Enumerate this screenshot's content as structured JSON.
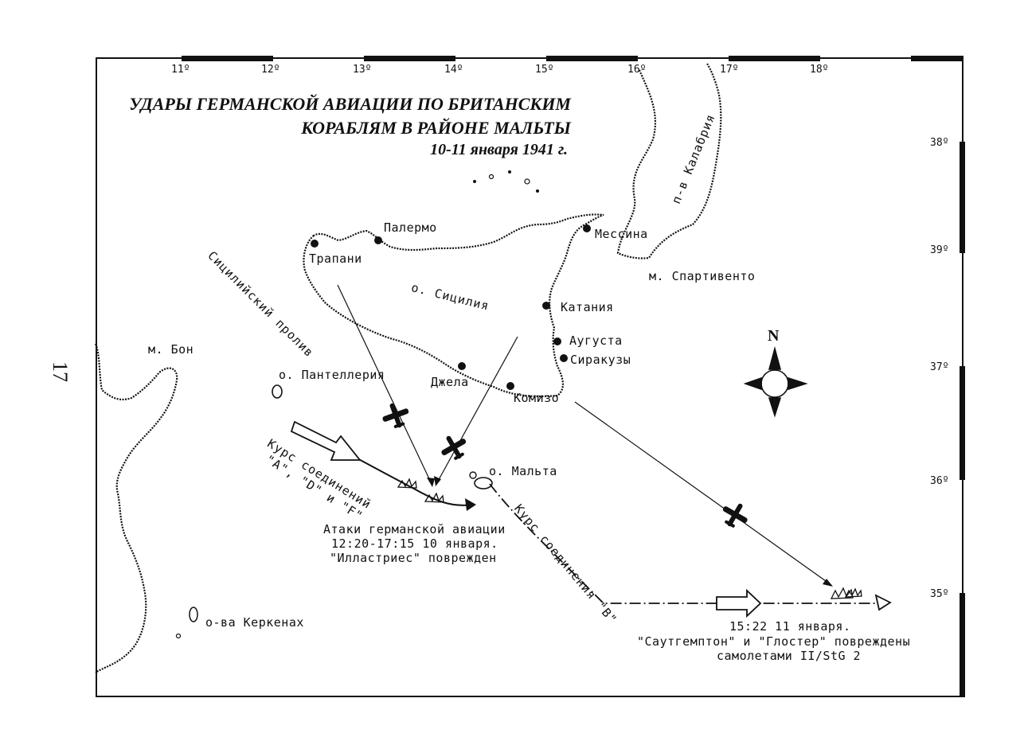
{
  "page_number": "17",
  "title": {
    "line1": "УДАРЫ ГЕРМАНСКОЙ АВИАЦИИ ПО БРИТАНСКИМ",
    "line2": "КОРАБЛЯМ В  РАЙОНЕ МАЛЬТЫ",
    "line3": "10-11 января 1941 г."
  },
  "longitudes": [
    "11º",
    "12º",
    "13º",
    "14º",
    "15º",
    "16º",
    "17º",
    "18º"
  ],
  "latitudes": [
    "38º",
    "39º",
    "37º",
    "36º",
    "35º"
  ],
  "compass": {
    "north": "N"
  },
  "cities": {
    "palermo": "Палермо",
    "trapani": "Трапани",
    "messina": "Мессина",
    "catania": "Катания",
    "augusta": "Аугуста",
    "syracuse": "Сиракузы",
    "gela": "Джела",
    "comiso": "Комизо"
  },
  "places": {
    "sicily": "о. Сицилия",
    "pantelleria": "о. Пантеллерия",
    "malta": "о. Мальта",
    "cape_bon": "м. Бон",
    "cape_spartivento": "м. Спартивенто",
    "calabria": "п-в Калабрия",
    "kerkennah": "о-ва Керкенах",
    "strait": "Сицилийский пролив"
  },
  "routes": {
    "force_adf_line1": "Курс соединений",
    "force_adf_line2": "\"A\", \"D\" и \"F\"",
    "force_b": "Курс соединения \"B\""
  },
  "annotations": {
    "attack1_line1": "Атаки германской авиации",
    "attack1_line2": "12:20-17:15 10 января.",
    "attack1_line3": "\"Илластриес\" поврежден",
    "attack2_line1": "15:22 11 января.",
    "attack2_line2": "\"Саутгемптон\" и \"Глостер\" повреждены",
    "attack2_line3": "самолетами II/StG 2"
  }
}
